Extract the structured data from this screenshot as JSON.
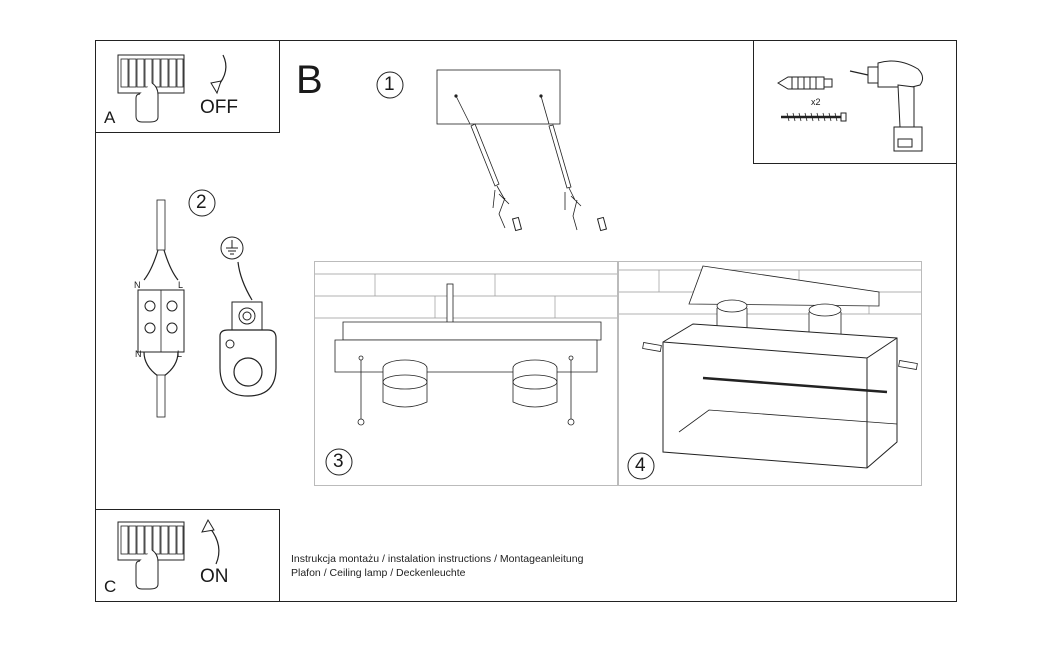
{
  "panels": {
    "a": {
      "letter": "A",
      "action": "OFF"
    },
    "b": {
      "letter": "B"
    },
    "c": {
      "letter": "C",
      "action": "ON"
    }
  },
  "tools": {
    "quantity": "x2"
  },
  "steps": {
    "s1": "1",
    "s2": "2",
    "s3": "3",
    "s4": "4"
  },
  "wiring": {
    "n_top": "N",
    "l_top": "L",
    "n_bottom": "N",
    "l_bottom": "L"
  },
  "caption": {
    "line1": "Instrukcja montażu / instalation instructions / Montageanleitung",
    "line2": "Plafon / Ceiling lamp / Deckenleuchte"
  }
}
